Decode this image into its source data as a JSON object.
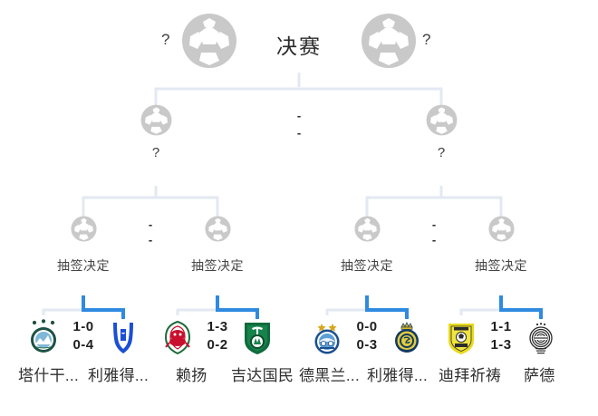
{
  "tournament": {
    "final_label": "决赛",
    "unknown_mark": "?",
    "pending_score": "-",
    "draw_label": "抽签决定",
    "accent_color": "#2f8ae0",
    "line_color": "#e3e9f2"
  },
  "rounds": {
    "final": {
      "left_slot": "?",
      "right_slot": "?",
      "title": "决赛"
    },
    "semifinals": [
      {
        "slot": "?",
        "score_top": "-",
        "score_bottom": "-"
      },
      {
        "slot": "?",
        "score_top": "-",
        "score_bottom": "-"
      }
    ],
    "quarterfinals": [
      {
        "label": "抽签决定",
        "score_top": "-",
        "score_bottom": "-"
      },
      {
        "label": "抽签决定",
        "score_top": "-",
        "score_bottom": "-"
      },
      {
        "label": "抽签决定",
        "score_top": "-",
        "score_bottom": "-"
      },
      {
        "label": "抽签决定",
        "score_top": "-",
        "score_bottom": "-"
      }
    ],
    "round_of_16": [
      {
        "home": {
          "name": "塔什干...",
          "crest": "pakhtakor-crest"
        },
        "away": {
          "name": "利雅得...",
          "crest": "al-hilal-crest"
        },
        "leg1": "1-0",
        "leg2": "0-4",
        "winner": "away"
      },
      {
        "home": {
          "name": "赖扬",
          "crest": "al-rayyan-crest"
        },
        "away": {
          "name": "吉达国民",
          "crest": "al-ahli-crest"
        },
        "leg1": "1-3",
        "leg2": "0-2",
        "winner": "away"
      },
      {
        "home": {
          "name": "德黑兰...",
          "crest": "esteghlal-crest"
        },
        "away": {
          "name": "利雅得...",
          "crest": "al-nassr-crest"
        },
        "leg1": "0-0",
        "leg2": "0-3",
        "winner": "away"
      },
      {
        "home": {
          "name": "迪拜祈祷",
          "crest": "al-wasl-crest"
        },
        "away": {
          "name": "萨德",
          "crest": "al-sadd-crest"
        },
        "leg1": "1-1",
        "leg2": "1-3",
        "winner": "away"
      }
    ]
  }
}
